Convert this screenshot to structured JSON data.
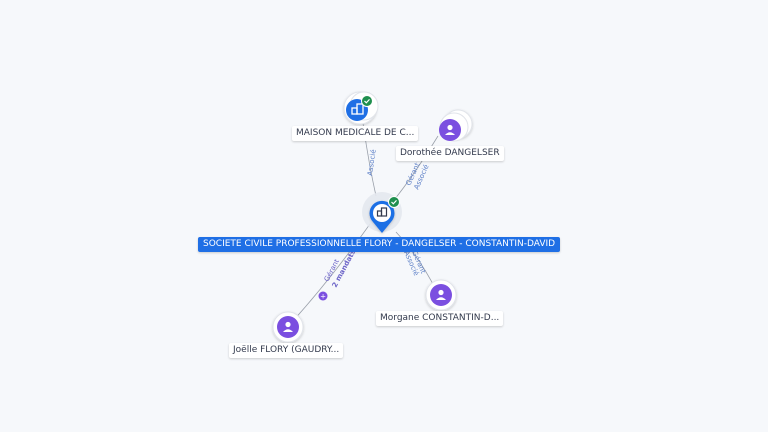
{
  "center": {
    "label": "SOCIETE CIVILE PROFESSIONNELLE FLORY - DANGELSER - CONSTANTIN-DAVID",
    "icon": "building-icon",
    "verified": true,
    "color": "#1f6fe5"
  },
  "nodes": [
    {
      "id": "maison",
      "label": "MAISON MEDICALE DE C...",
      "icon": "building-icon",
      "verified": true
    },
    {
      "id": "dorothee",
      "label": "Dorothée DANGELSER",
      "icon": "person-icon",
      "verified": false
    },
    {
      "id": "morgane",
      "label": "Morgane CONSTANTIN-D...",
      "icon": "person-icon",
      "verified": false
    },
    {
      "id": "joelle",
      "label": "Joëlle FLORY (GAUDRY...",
      "icon": "person-icon",
      "verified": false
    }
  ],
  "edges": [
    {
      "to": "maison",
      "label": "Associé"
    },
    {
      "to": "dorothee",
      "label": "Gérant",
      "label2": "Associé"
    },
    {
      "to": "morgane",
      "label": "Gérant",
      "label2": "Associé"
    },
    {
      "to": "joelle",
      "label": "Gérant",
      "label2": "2 mandats",
      "badge": "+"
    }
  ],
  "colors": {
    "person": "#7b4fe0",
    "company": "#1f6fe5",
    "verified": "#1f8f4e",
    "edge": "#9aa0aa"
  }
}
